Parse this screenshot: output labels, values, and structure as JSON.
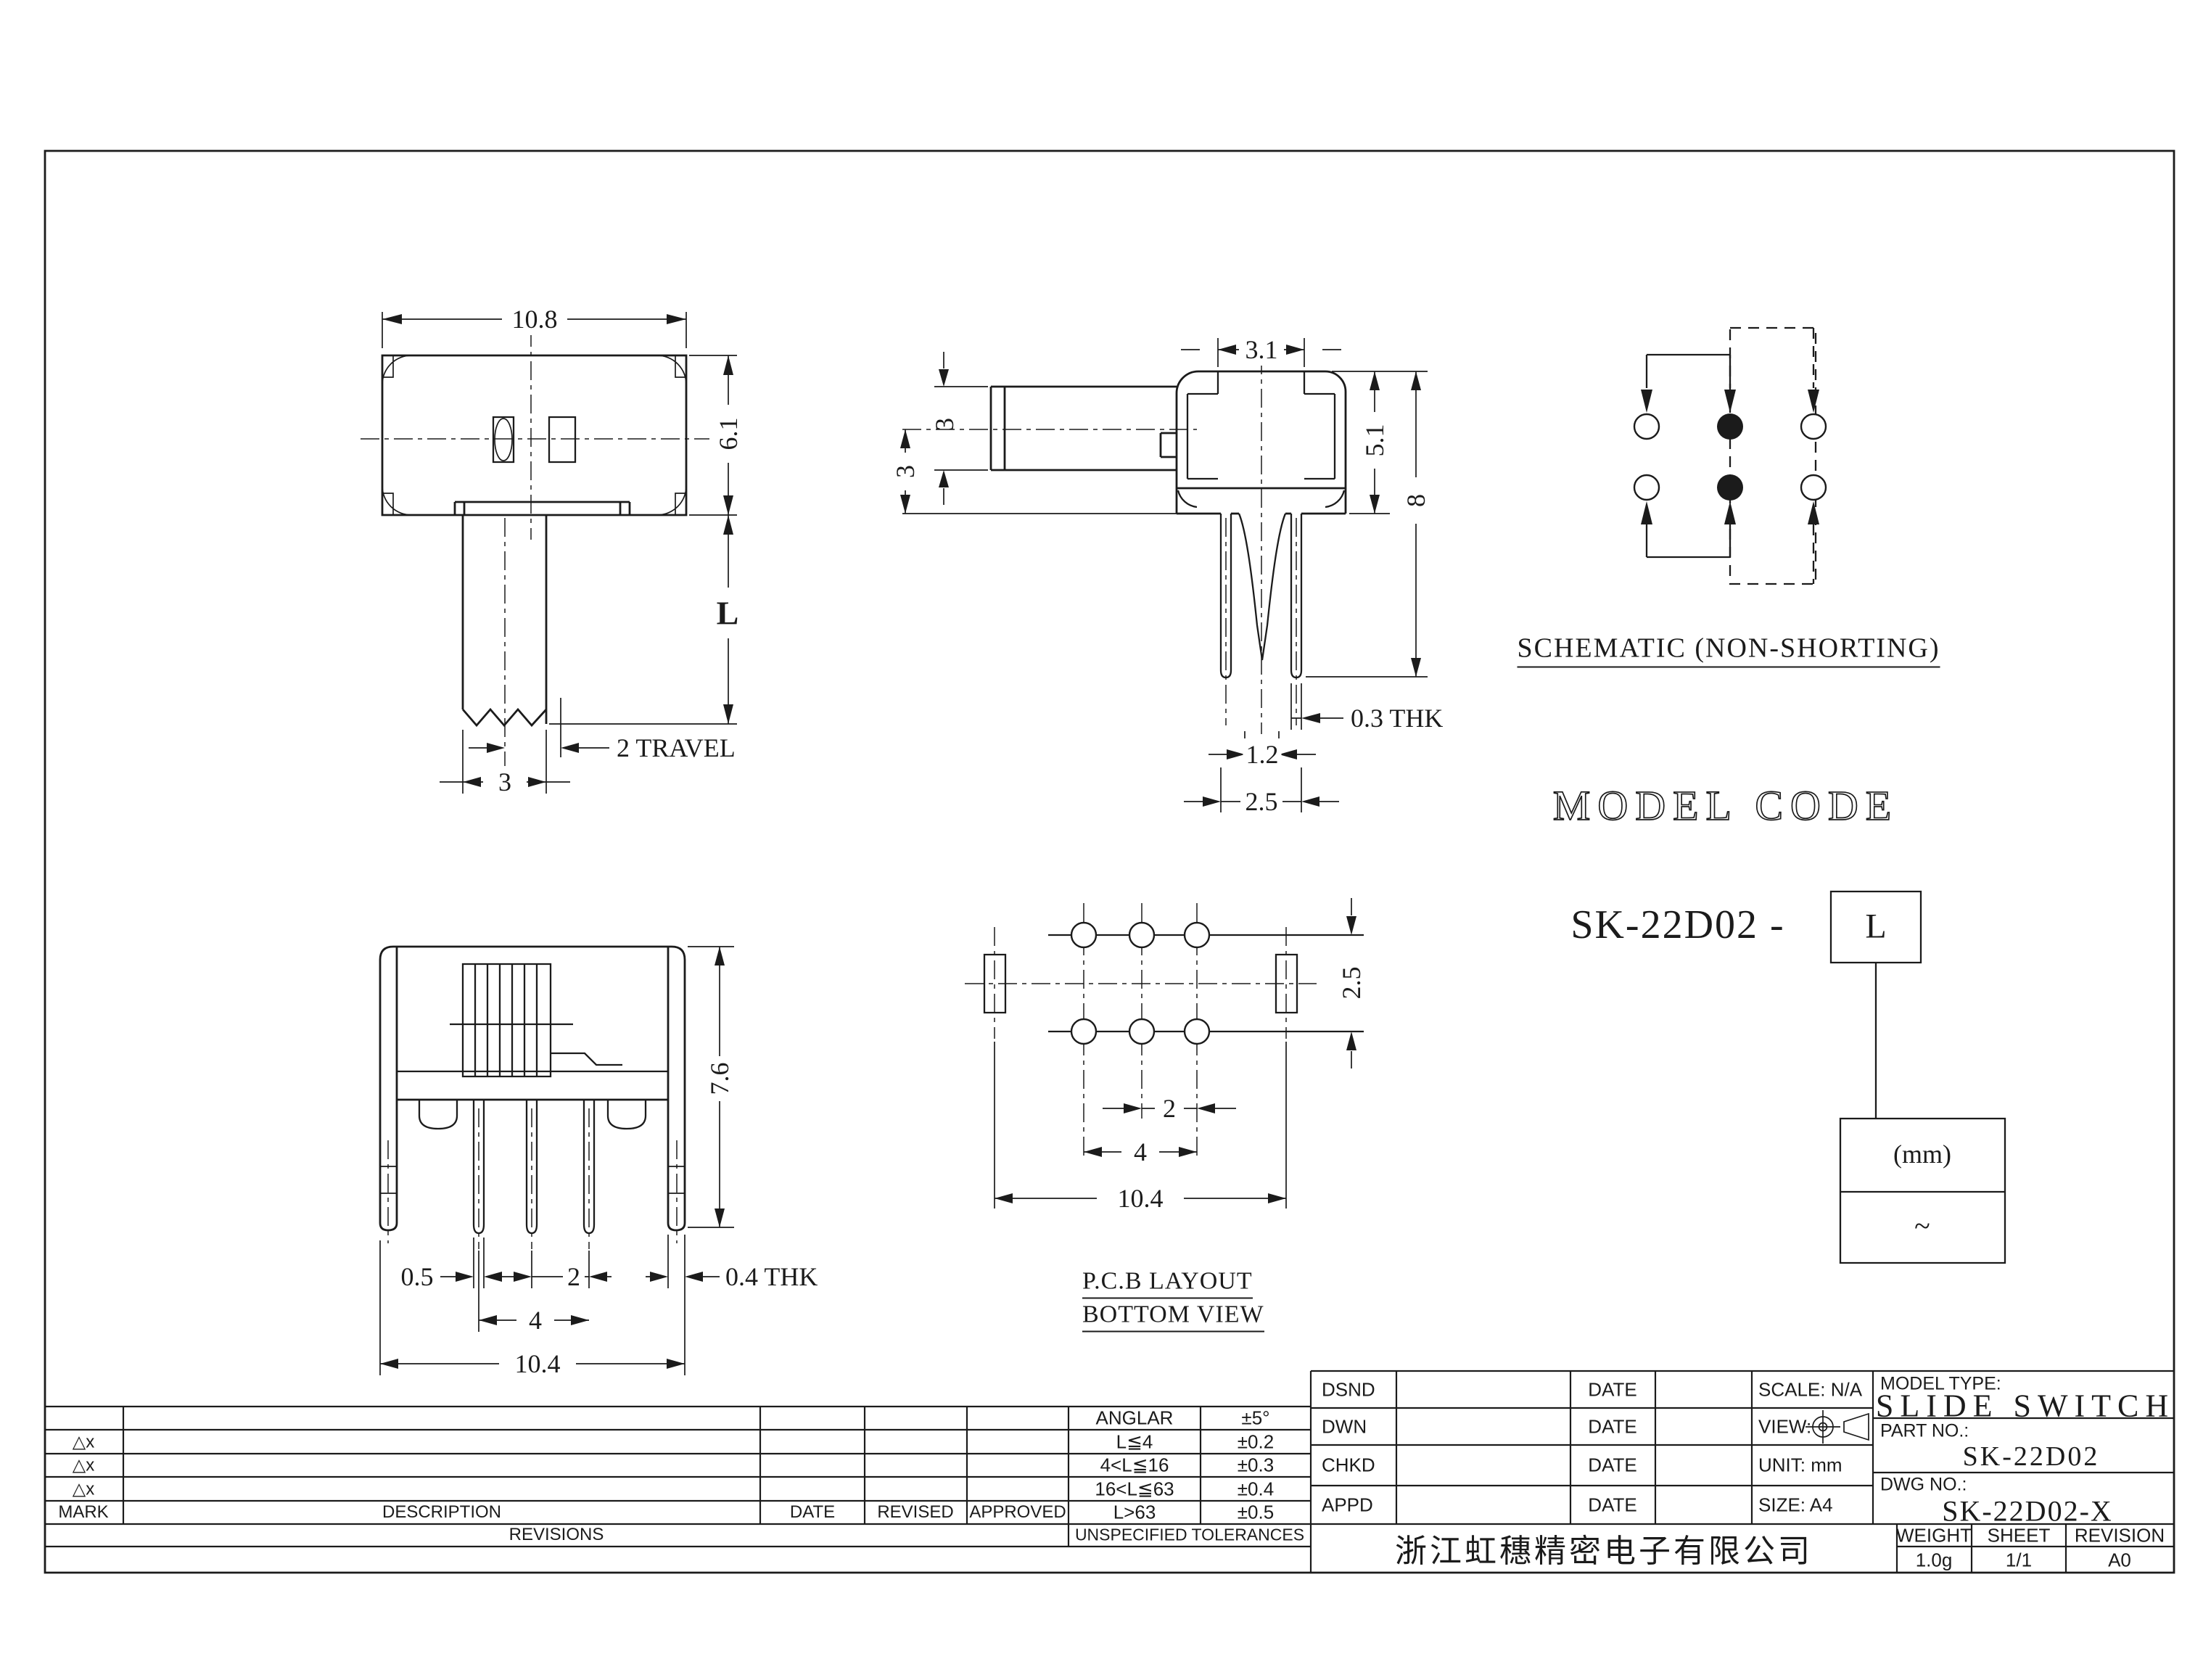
{
  "drawing": {
    "front_view": {
      "width": "10.8",
      "height": "6.1",
      "length": "L",
      "travel": "2 TRAVEL",
      "knob_width": "3"
    },
    "side_view": {
      "slot_width": "3.1",
      "stem_height": "3",
      "stem_offset": "3",
      "body_height": "5.1",
      "total_height": "8",
      "pin_thickness": "0.3 THK",
      "pin_gap": "1.2",
      "pin_spacing": "2.5"
    },
    "schematic": {
      "title": "SCHEMATIC (NON-SHORTING)"
    },
    "model_code": {
      "heading": "MODEL CODE",
      "base": "SK-22D02 -",
      "length_code": "L",
      "unit": "(mm)",
      "range": "~"
    },
    "pcb_layout": {
      "row_pitch": "2.5",
      "pin_pitch": "2",
      "pin_span": "4",
      "total_width": "10.4",
      "title_line1": "P.C.B LAYOUT",
      "title_line2": "BOTTOM VIEW"
    },
    "bottom_view": {
      "height": "7.6",
      "bracket_width": "0.5",
      "pin_pitch": "2",
      "pin_span": "4",
      "total_width": "10.4",
      "thickness": "0.4 THK"
    }
  },
  "title_block": {
    "revisions": {
      "mark": "MARK",
      "description": "DESCRIPTION",
      "date": "DATE",
      "revised": "REVISED",
      "approved": "APPROVED",
      "footer": "REVISIONS",
      "mark_rows": [
        "△x",
        "△x",
        "△x"
      ]
    },
    "tolerances": {
      "header": "UNSPECIFIED TOLERANCES",
      "rows": [
        {
          "range": "ANGLAR",
          "value": "±5°"
        },
        {
          "range": "L≦4",
          "value": "±0.2"
        },
        {
          "range": "4<L≦16",
          "value": "±0.3"
        },
        {
          "range": "16<L≦63",
          "value": "±0.4"
        },
        {
          "range": "L>63",
          "value": "±0.5"
        }
      ]
    },
    "approval": {
      "rows": [
        {
          "role": "DSND",
          "date_label": "DATE",
          "field": "SCALE: N/A"
        },
        {
          "role": "DWN",
          "date_label": "DATE",
          "field": "VIEW:"
        },
        {
          "role": "CHKD",
          "date_label": "DATE",
          "field": "UNIT: mm"
        },
        {
          "role": "APPD",
          "date_label": "DATE",
          "field": "SIZE: A4"
        }
      ]
    },
    "info": {
      "model_type_label": "MODEL TYPE:",
      "model_type": "SLIDE SWITCH",
      "part_no_label": "PART NO.:",
      "part_no": "SK-22D02",
      "dwg_no_label": "DWG NO.:",
      "dwg_no": "SK-22D02-X"
    },
    "footer": {
      "weight_label": "WEIGHT",
      "sheet_label": "SHEET",
      "revision_label": "REVISION",
      "weight": "1.0g",
      "sheet": "1/1",
      "revision": "A0",
      "company": "浙江虹穗精密电子有限公司"
    }
  }
}
